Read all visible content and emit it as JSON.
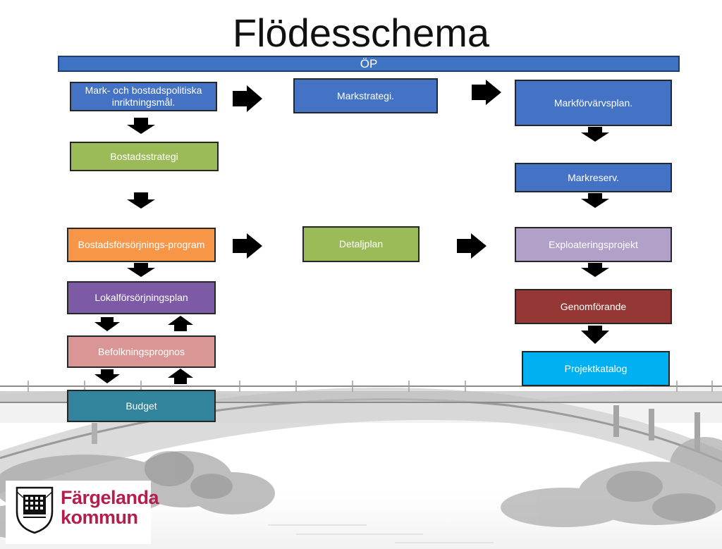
{
  "title": "Flödesschema",
  "op_bar": "ÖP",
  "colors": {
    "blue": "#4472c4",
    "green": "#9bbb59",
    "orange": "#f79646",
    "purple": "#7d5aa6",
    "pink": "#d99694",
    "teal": "#31849b",
    "lavender": "#b1a0c7",
    "darkred": "#953735",
    "cyan": "#00b0f0"
  },
  "nodes": {
    "mark_bostadspolitiska": "Mark- och bostadspolitiska inriktningsmål.",
    "markstrategi": "Markstrategi.",
    "markforvarvsplan": "Markförvärvsplan.",
    "bostadsstrategi": "Bostadsstrategi",
    "markreserv": "Markreserv.",
    "bostadsforsorjningsprogram": "Bostadsförsörjnings-program",
    "detaljplan": "Detaljplan",
    "exploateringsprojekt": "Exploateringsprojekt",
    "lokalforsorjningsplan": "Lokalförsörjningsplan",
    "genomforande": "Genomförande",
    "befolkningsprognos": "Befolkningsprognos",
    "projektkatalog": "Projektkatalog",
    "budget": "Budget"
  },
  "logo": {
    "name_line1": "Färgelanda",
    "name_line2": "kommun",
    "crest_icon": "coat-of-arms-icon"
  }
}
